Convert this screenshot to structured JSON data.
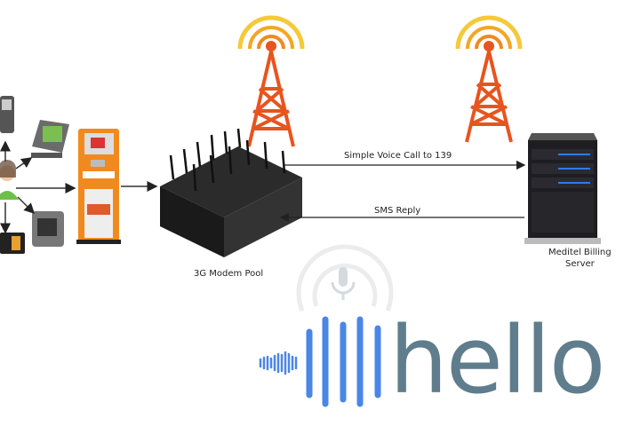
{
  "diagram": {
    "arrow_top_label": "Simple Voice Call to 139",
    "arrow_bottom_label": "SMS Reply",
    "modem_label": "3G Modem Pool",
    "server_label_line1": "Meditel Billing",
    "server_label_line2": "Server"
  },
  "logo": {
    "text": "hello",
    "bar_color": "#4a86e8",
    "text_color": "#5f7d8c"
  },
  "colors": {
    "tower": "#e8541e",
    "kiosk": "#f08a1e",
    "server_led": "#2e7cf0"
  }
}
